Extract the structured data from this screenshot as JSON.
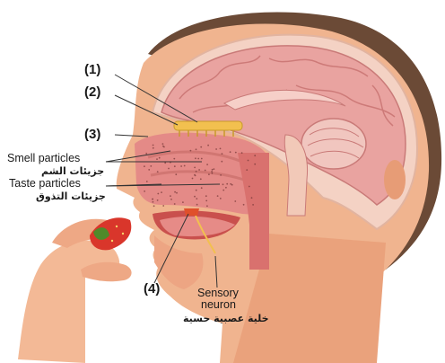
{
  "labels": {
    "n1": "(1)",
    "n2": "(2)",
    "n3": "(3)",
    "n4": "(4)",
    "smell_en": "Smell particles",
    "smell_ar": "جزيئات الشم",
    "taste_en": "Taste particles",
    "taste_ar": "جزيئات التذوق",
    "sensory_en_1": "Sensory",
    "sensory_en_2": "neuron",
    "sensory_ar": "خلية عصبية حسية"
  },
  "colors": {
    "skin": "#f0b48f",
    "hair": "#6b4a36",
    "brain": "#e9a3a0",
    "cavity": "#e48a87",
    "bulb": "#f2c04f",
    "leader": "#333333"
  }
}
